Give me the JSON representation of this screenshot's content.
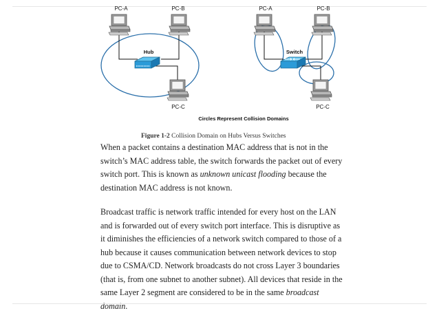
{
  "figure": {
    "left_diagram": {
      "pc_a": "PC-A",
      "pc_b": "PC-B",
      "pc_c": "PC-C",
      "device": "Hub"
    },
    "right_diagram": {
      "pc_a": "PC-A",
      "pc_b": "PC-B",
      "pc_c": "PC-C",
      "device": "Switch"
    },
    "legend": "Circles Represent Collision Domains",
    "caption_label": "Figure 1-2",
    "caption_text": " Collision Domain on Hubs Versus Switches"
  },
  "paragraph1": {
    "a": "When a packet contains a destination MAC address that is not in the switch’s MAC address table, the switch forwards the packet out of every switch port. This is known as ",
    "em": "unknown unicast flooding",
    "b": " because the destination MAC address is not known."
  },
  "paragraph2": {
    "a": "Broadcast traffic is network traffic intended for every host on the LAN and is forwarded out of every switch port interface. This is disruptive as it diminishes the efficiencies of a network switch compared to those of a hub because it causes communication between network devices to stop due to CSMA/CD. Network broadcasts do not cross Layer 3 boundaries (that is, from one subnet to another subnet). All devices that reside in the same Layer 2 segment are considered to be in the same ",
    "em": "broadcast domain",
    "b": "."
  }
}
